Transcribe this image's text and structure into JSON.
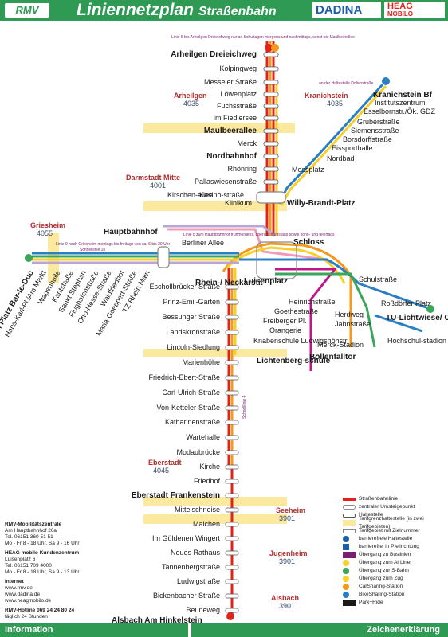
{
  "header": {
    "logo_rmv": "RMV",
    "title": "Liniennetzplan",
    "subtitle": "Straßenbahn",
    "logo_dadina": "DADINA",
    "logo_heag": "HEAG",
    "logo_heag_sub": "MOBILO"
  },
  "footer": {
    "left": "Information",
    "right": "Zeichenerklärung"
  },
  "colors": {
    "brand_green": "#2e9a54",
    "line_red": "#e2231a",
    "line_orange": "#f39a1e",
    "line_yellow": "#f5cf2a",
    "line_blue": "#2a7fc4",
    "line_green": "#3aa65a",
    "line_magenta": "#c0168c",
    "line_pink": "#f29ab8",
    "line_lilac": "#b9a5d6"
  },
  "zones": [
    {
      "name": "Arheilgen",
      "num": "4035"
    },
    {
      "name": "Kranichstein",
      "num": "4035"
    },
    {
      "name": "Darmstadt Mitte",
      "num": "4001"
    },
    {
      "name": "Griesheim",
      "num": "4055"
    },
    {
      "name": "Eberstadt",
      "num": "4045"
    },
    {
      "name": "Seeheim",
      "num": "3901"
    },
    {
      "name": "Jugenheim",
      "num": "3901"
    },
    {
      "name": "Alsbach",
      "num": "3901"
    }
  ],
  "stations": {
    "north": [
      "Arheilgen Dreieichweg",
      "Kolpingweg",
      "Messeler Straße",
      "Löwenplatz",
      "Fuchsstraße",
      "Im Fiedlersee",
      "Maulbeerallee",
      "Merck",
      "Nordbahnhof",
      "Rhönring",
      "Pallaswiesenstraße"
    ],
    "north_bold": [
      "Arheilgen Dreieichweg",
      "Maulbeerallee",
      "Nordbahnhof"
    ],
    "kranichstein": [
      "Kranichstein Bf",
      "Institutszentrum",
      "Esselbornstr./Ök. GDZ",
      "Gruberstraße",
      "Siemensstraße",
      "Borsdorffstraße",
      "Eissporthalle",
      "Nordbad",
      "Messplatz"
    ],
    "center": [
      "Kirschen-allee",
      "Kasino-straße",
      "Klinikum",
      "Willy-Brandt-Platz",
      "Hauptbahnhof",
      "Berliner Allee",
      "Schloss",
      "Luisenplatz",
      "Rhein-/ Neckarstr.",
      "Schulstraße"
    ],
    "west": [
      "Griesheim Platz Bar-le-Duc",
      "Hans-Karl-Pl./Am Markt",
      "Wagenhalle",
      "Kantstraße",
      "Sankt Stephan",
      "Flughafenstraße",
      "Otto-Hesse-Straße",
      "Waldfriedhof",
      "Maria-Goeppert-Straße",
      "TZ Rhein Main"
    ],
    "east": [
      "Heinrichstraße",
      "Goethestraße",
      "Freiberger Pl.",
      "Orangerie",
      "Knabenschule Ludwigshöhstr.",
      "Lichtenberg-schule",
      "Roßdörfer Platz",
      "Herdweg",
      "Jahnstraße",
      "Merck-Stadion",
      "Böllenfalltor",
      "TU-Lichtwiese/ Campus",
      "Hochschul-stadion"
    ],
    "south": [
      "Eschollbrücker Straße",
      "Prinz-Emil-Garten",
      "Bessunger Straße",
      "Landskronstraße",
      "Lincoln-Siedlung",
      "Marienhöhe",
      "Friedrich-Ebert-Straße",
      "Carl-Ulrich-Straße",
      "Von-Ketteler-Straße",
      "Katharinenstraße",
      "Wartehalle",
      "Modaubrücke",
      "Kirche",
      "Friedhof",
      "Eberstadt Frankenstein",
      "Mittelschneise",
      "Malchen",
      "Im Güldenen Wingert",
      "Neues Rathaus",
      "Tannenbergstraße",
      "Ludwigstraße",
      "Bickenbacher Straße",
      "Beuneweg",
      "Alsbach Am Hinkelstein"
    ]
  },
  "notes": {
    "arheilgen": "Linie 5 bis Arheilgen Dreieichweg nur an Schultagen morgens und nachmittags, sonst bis Maulbeerallee",
    "griesheim": "Linie 9 nach Griesheim montags bis freitags von ca. 6 bis 20 Uhr",
    "line10": "Schnelllinie 10",
    "line4": "Schnelllinie 4",
    "hbf": "Linie 8 zum Hauptbahnhof frühmorgens, abends, samstags sowie sonn- und feiertags",
    "kranichstein": "an der Haltestelle Dolivostraße"
  },
  "info": {
    "rmv_title": "RMV-Mobilitätszentrale",
    "rmv_lines": [
      "Am Hauptbahnhof 20a",
      "Tel. 06151 360 51 51",
      "Mo - Fr 8 - 18 Uhr, Sa 9 - 16 Uhr"
    ],
    "heag_title": "HEAG mobilo Kundenzentrum",
    "heag_lines": [
      "Luisenplatz 6",
      "Tel. 06151 709 4000",
      "Mo - Fr 8 - 18 Uhr, Sa 9 - 13 Uhr"
    ],
    "internet_title": "Internet",
    "internet_lines": [
      "www.rmv.de",
      "www.dadina.de",
      "www.heagmobilo.de"
    ],
    "hotline_title": "RMV-Hotline 069 24 24 80 24",
    "hotline_line": "täglich 24 Stunden"
  },
  "legend": [
    {
      "label": "Straßenbahnlinie",
      "icon": "tram-line"
    },
    {
      "label": "zentraler Umsteigepunkt",
      "icon": "interchange"
    },
    {
      "label": "Haltestelle",
      "icon": "stop"
    },
    {
      "label": "Tarifgrenzhaltestelle (in zwei Tarifgebieten)",
      "icon": "zone-border-stop"
    },
    {
      "label": "Tarifgebiet mit Zielnummer",
      "icon": "zone-number"
    },
    {
      "label": "barrierefreie Haltestelle",
      "icon": "accessible"
    },
    {
      "label": "barrierefrei in Pfeilrichtung",
      "icon": "accessible-direction"
    },
    {
      "label": "Übergang zu Buslinien",
      "icon": "bus"
    },
    {
      "label": "Übergang zum AirLiner",
      "icon": "airliner"
    },
    {
      "label": "Übergang zur S-Bahn",
      "icon": "s-bahn"
    },
    {
      "label": "Übergang zum Zug",
      "icon": "train"
    },
    {
      "label": "CarSharing-Station",
      "icon": "carsharing"
    },
    {
      "label": "BikeSharing-Station",
      "icon": "bikesharing"
    },
    {
      "label": "Park+Ride",
      "icon": "park-ride"
    }
  ]
}
